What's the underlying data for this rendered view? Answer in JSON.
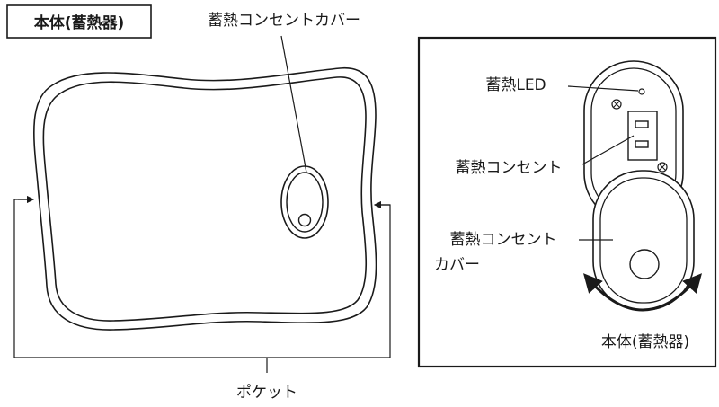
{
  "labels": {
    "title_box": "本体(蓄熱器)",
    "cover_top": "蓄熱コンセントカバー",
    "pocket": "ポケット",
    "detail": {
      "led": "蓄熱LED",
      "outlet": "蓄熱コンセント",
      "cover_line1": "蓄熱コンセント",
      "cover_line2": "カバー",
      "body": "本体(蓄熱器)"
    }
  },
  "icons": {
    "pocket_left_arrow": "arrow-right-icon",
    "pocket_right_arrow": "arrow-left-icon",
    "rotate": "rotate-arrow-icon",
    "screw": "screw-icon"
  },
  "colors": {
    "ink": "#1a1a1a",
    "background": "#ffffff"
  }
}
